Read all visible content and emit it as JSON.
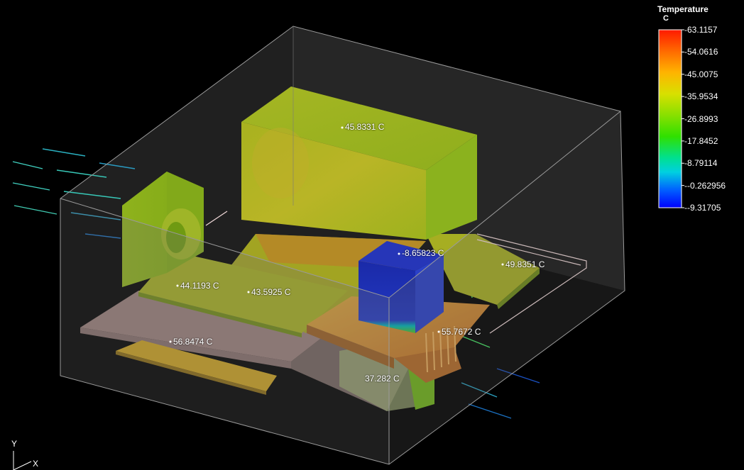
{
  "legend": {
    "title": "Temperature",
    "unit": "C",
    "ticks": [
      "63.1157",
      "54.0616",
      "45.0075",
      "35.9534",
      "26.8993",
      "17.8452",
      "8.79114",
      "-0.262956",
      "-9.31705"
    ],
    "colors": [
      "#ff1a00",
      "#ff6a00",
      "#ffb400",
      "#e0e000",
      "#a0e000",
      "#40e000",
      "#00e060",
      "#00e0c0",
      "#00a0ff",
      "#0050ff",
      "#0000ff"
    ]
  },
  "probes": [
    {
      "id": "top-block",
      "text": "45.8331 C"
    },
    {
      "id": "chip",
      "text": "-8.65823 C"
    },
    {
      "id": "right-board",
      "text": "49.8351 C"
    },
    {
      "id": "left-board",
      "text": "44.1193 C"
    },
    {
      "id": "mid-board",
      "text": "43.5925 C"
    },
    {
      "id": "heatsink",
      "text": "55.7672 C"
    },
    {
      "id": "lower-plate",
      "text": "56.8474 C"
    },
    {
      "id": "bottom-block",
      "text": "37.282 C"
    }
  ],
  "axes": {
    "y": "Y",
    "x": "X"
  },
  "colors": {
    "background": "#000000",
    "enclosure": "#8a8a8a",
    "block_green": "#9ab21e",
    "chip_blue": "#1f2fb0",
    "heatsink": "#e08a30",
    "plate": "#d9a8a0"
  }
}
